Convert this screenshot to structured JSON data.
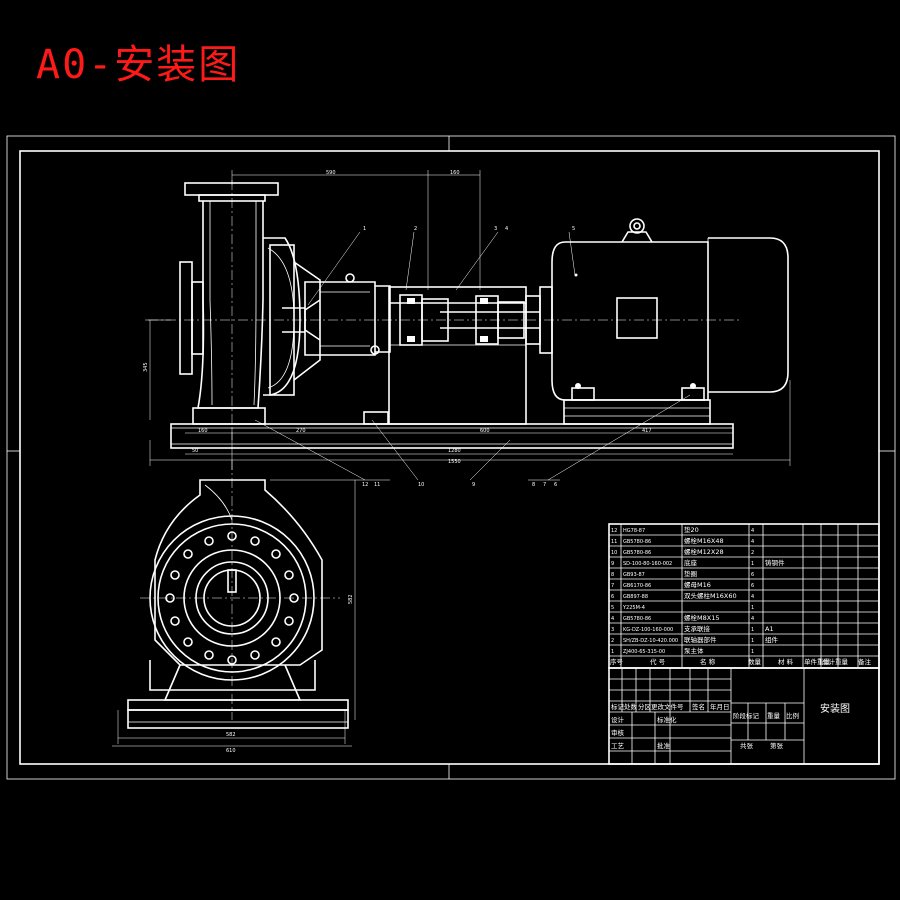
{
  "sheet_title": "A0-安装图",
  "dimensions": {
    "top_a": "590",
    "top_b": "160",
    "left_vertical": "345",
    "base_1": "160",
    "base_2": "270",
    "base_3": "600",
    "base_4": "417",
    "base_total": "1280",
    "base_overall": "1550",
    "base_left": "50",
    "end_height": "582",
    "end_width_inner": "582",
    "end_width_outer": "610"
  },
  "balloons": [
    "1",
    "2",
    "3",
    "4",
    "5",
    "12",
    "11",
    "10",
    "9",
    "8",
    "7",
    "6"
  ],
  "parts": [
    {
      "no": "12",
      "code": "HG78-87",
      "name": "垫20",
      "qty": "4",
      "mat": "",
      "note": ""
    },
    {
      "no": "11",
      "code": "GB5780-86",
      "name": "螺栓M16X48",
      "qty": "4",
      "mat": "",
      "note": ""
    },
    {
      "no": "10",
      "code": "GB5780-86",
      "name": "螺栓M12X28",
      "qty": "2",
      "mat": "",
      "note": ""
    },
    {
      "no": "9",
      "code": "SD-100-80-160-002",
      "name": "底座",
      "qty": "1",
      "mat": "铸钢件",
      "note": ""
    },
    {
      "no": "8",
      "code": "GB93-87",
      "name": "垫圈",
      "qty": "6",
      "mat": "",
      "note": ""
    },
    {
      "no": "7",
      "code": "GB6170-86",
      "name": "螺母M16",
      "qty": "6",
      "mat": "",
      "note": ""
    },
    {
      "no": "6",
      "code": "GB897-88",
      "name": "双头螺柱M16X60",
      "qty": "4",
      "mat": "",
      "note": ""
    },
    {
      "no": "5",
      "code": "Y225M-4",
      "name": "",
      "qty": "1",
      "mat": "",
      "note": ""
    },
    {
      "no": "4",
      "code": "GB5780-86",
      "name": "螺栓M8X15",
      "qty": "4",
      "mat": "",
      "note": ""
    },
    {
      "no": "3",
      "code": "KG-DZ-100-160-000",
      "name": "支承联接",
      "qty": "1",
      "mat": "A1",
      "note": ""
    },
    {
      "no": "2",
      "code": "SH/ZB-DZ-10-420.000",
      "name": "联轴器部件",
      "qty": "1",
      "mat": "组件",
      "note": ""
    },
    {
      "no": "1",
      "code": "ZJ400-65-315-00",
      "name": "泵主体",
      "qty": "1",
      "mat": "",
      "note": ""
    }
  ],
  "table_header": [
    "序号",
    "代  号",
    "名  称",
    "数量",
    "材  料",
    "单件重量",
    "总计重量",
    "备注"
  ],
  "title_block": {
    "drawing_name": "安装图",
    "rows": [
      "标记",
      "处数",
      "分区",
      "更改文件号",
      "签名",
      "年月日"
    ],
    "labels": [
      "设计",
      "标准化",
      "阶段标记",
      "重量",
      "比例",
      "审核",
      "工艺",
      "批准",
      "共张",
      "第张"
    ]
  }
}
